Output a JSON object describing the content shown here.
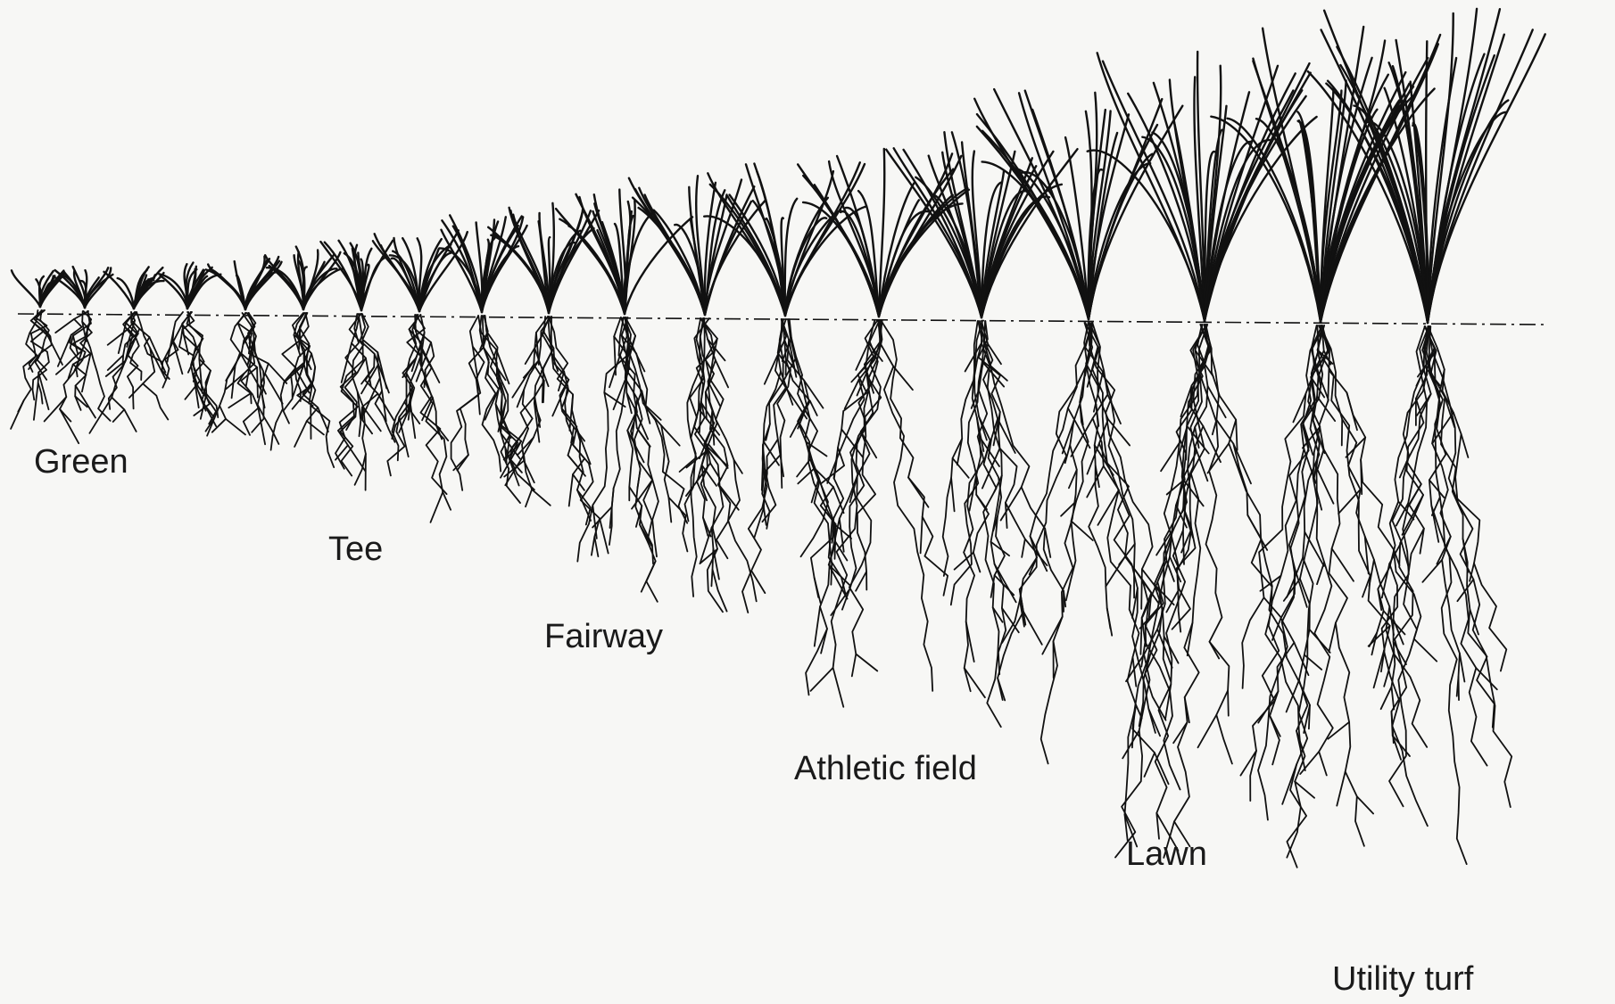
{
  "diagram": {
    "labels": [
      {
        "key": "green",
        "text": "Green"
      },
      {
        "key": "tee",
        "text": "Tee"
      },
      {
        "key": "fairway",
        "text": "Fairway"
      },
      {
        "key": "athletic",
        "text": "Athletic field"
      },
      {
        "key": "lawn",
        "text": "Lawn"
      },
      {
        "key": "utility",
        "text": "Utility turf"
      }
    ]
  },
  "colors": {
    "ink": "#111111",
    "paper": "#f7f7f5"
  }
}
